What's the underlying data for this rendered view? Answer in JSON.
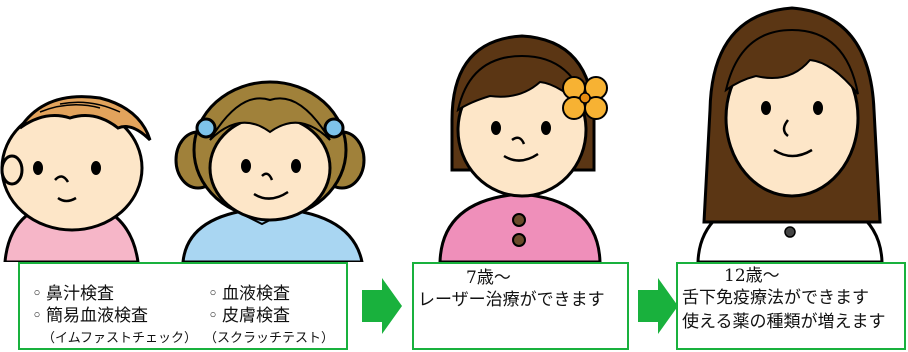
{
  "stage1": {
    "items": [
      {
        "bullet": "◦",
        "label": "鼻汁検査"
      },
      {
        "bullet": "◦",
        "label": "血液検査"
      },
      {
        "bullet": "◦",
        "label": "簡易血液検査"
      },
      {
        "bullet": "◦",
        "label": "皮膚検査"
      }
    ],
    "subnotes": [
      "（イムファストチェック）",
      "（スクラッチテスト）"
    ]
  },
  "stage2": {
    "age": "7歳～",
    "text": "レーザー治療ができます"
  },
  "stage3": {
    "age": "12歳～",
    "lines": [
      "舌下免疫療法ができます",
      "使える薬の種類が増えます"
    ]
  },
  "colors": {
    "box_border": "#19b13d",
    "arrow": "#19b13d",
    "baby_shirt": "#f6b6c8",
    "girl_shirt": "#a9d6f2",
    "girl7_shirt": "#ef8fba",
    "skin": "#fde6c8",
    "hair_blonde": "#e2a35c",
    "hair_brown": "#a0813a",
    "hair_dark": "#5b3614",
    "flower": "#f7b233"
  }
}
